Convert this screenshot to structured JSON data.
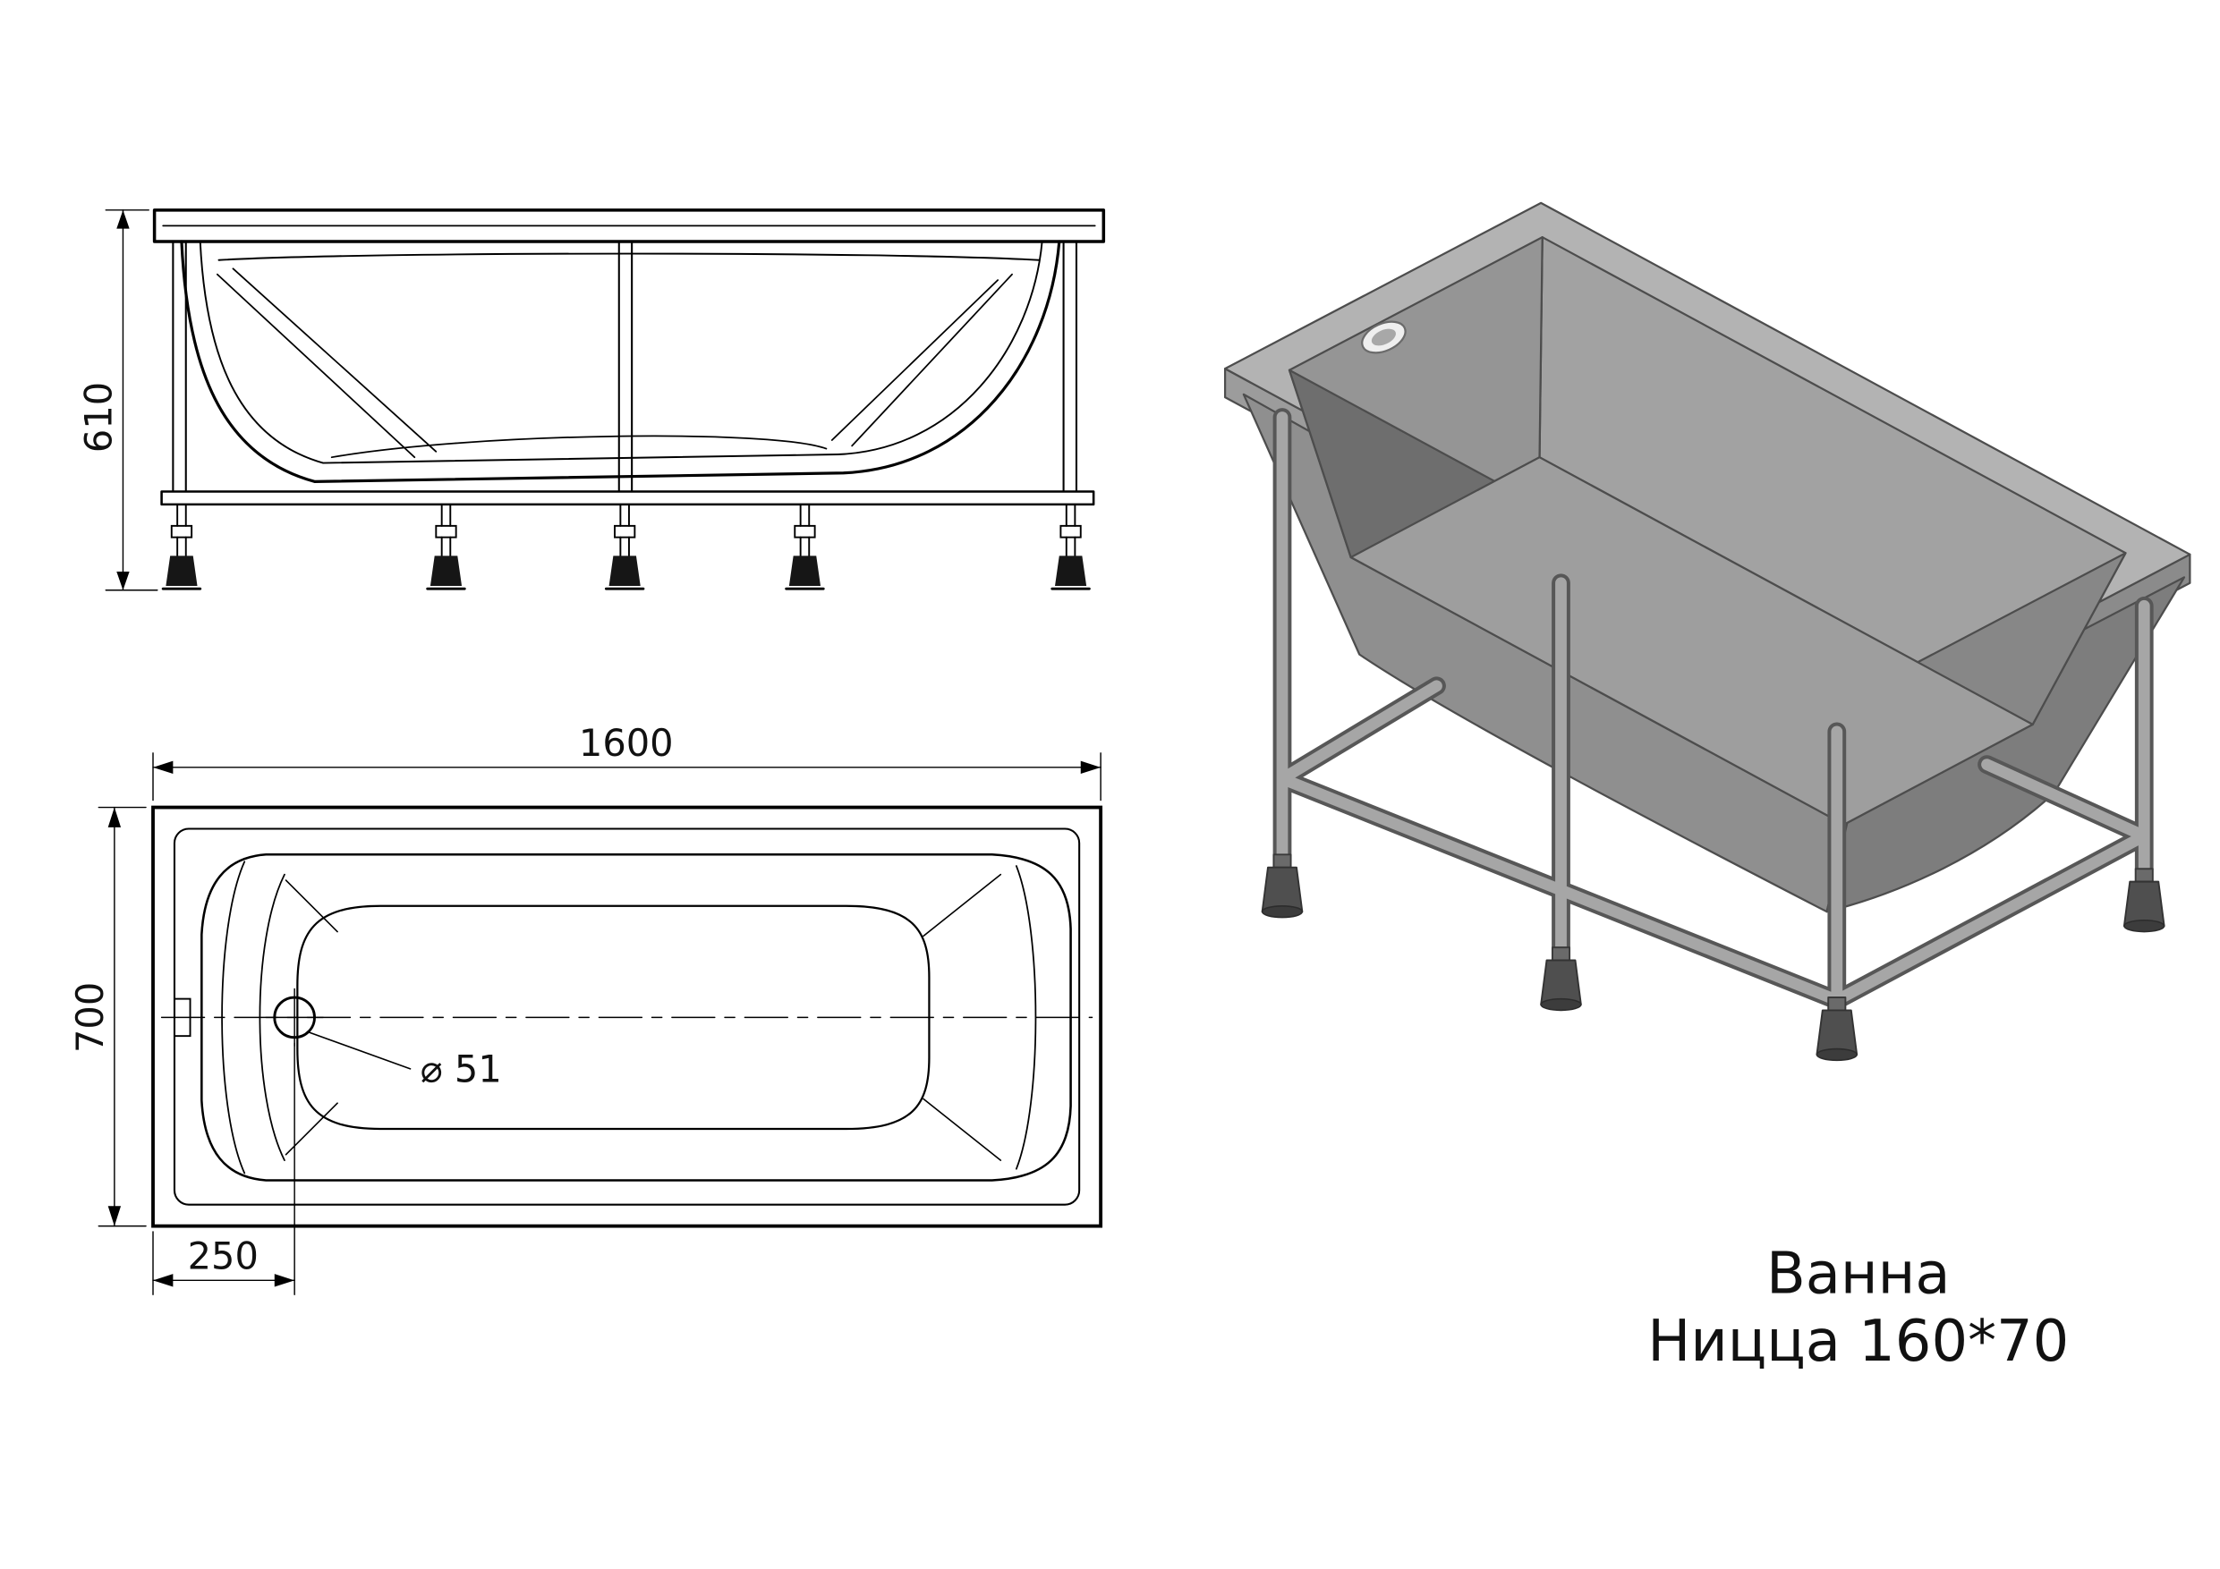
{
  "title": {
    "line1": "Ванна",
    "line2": "Ницца 160*70"
  },
  "dimensions": {
    "height": "610",
    "length": "1600",
    "width": "700",
    "drain_offset": "250",
    "drain_diameter": "⌀ 51"
  },
  "colors": {
    "background": "#ffffff",
    "line": "#000000",
    "tub_gray": "#9a9a9a",
    "frame_gray": "#a6a6a6"
  }
}
